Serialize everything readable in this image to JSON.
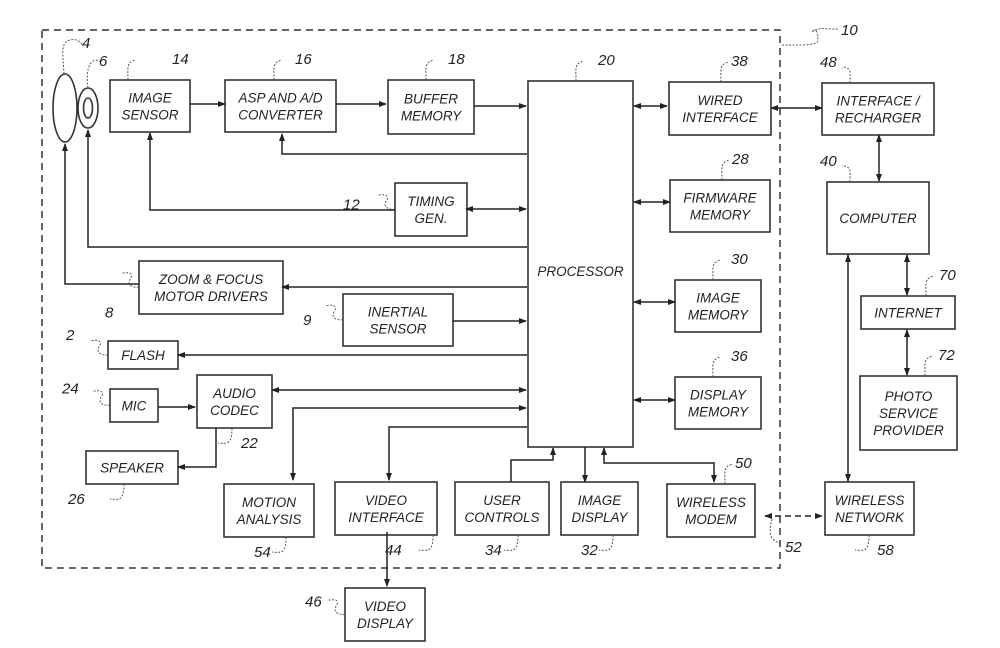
{
  "diagram": {
    "system_ref": "10",
    "lens": {
      "outer_ref": "4",
      "inner_ref": "6"
    },
    "blocks": {
      "image_sensor": {
        "ref": "14",
        "lines": [
          "IMAGE",
          "SENSOR"
        ]
      },
      "asp_converter": {
        "ref": "16",
        "lines": [
          "ASP AND A/D",
          "CONVERTER"
        ]
      },
      "buffer_memory": {
        "ref": "18",
        "lines": [
          "BUFFER",
          "MEMORY"
        ]
      },
      "processor": {
        "ref": "20",
        "lines": [
          "PROCESSOR"
        ]
      },
      "wired_interface": {
        "ref": "38",
        "lines": [
          "WIRED",
          "INTERFACE"
        ]
      },
      "interface_recharger": {
        "ref": "48",
        "lines": [
          "INTERFACE /",
          "RECHARGER"
        ]
      },
      "computer": {
        "ref": "40",
        "lines": [
          "COMPUTER"
        ]
      },
      "firmware_memory": {
        "ref": "28",
        "lines": [
          "FIRMWARE",
          "MEMORY"
        ]
      },
      "timing_gen": {
        "ref": "12",
        "lines": [
          "TIMING",
          "GEN."
        ]
      },
      "zoom_focus": {
        "ref": "8",
        "lines": [
          "ZOOM & FOCUS",
          "MOTOR DRIVERS"
        ]
      },
      "inertial_sensor": {
        "ref": "9",
        "lines": [
          "INERTIAL",
          "SENSOR"
        ]
      },
      "image_memory": {
        "ref": "30",
        "lines": [
          "IMAGE",
          "MEMORY"
        ]
      },
      "internet": {
        "ref": "70",
        "lines": [
          "INTERNET"
        ]
      },
      "flash": {
        "ref": "2",
        "lines": [
          "FLASH"
        ]
      },
      "photo_service": {
        "ref": "72",
        "lines": [
          "PHOTO",
          "SERVICE",
          "PROVIDER"
        ]
      },
      "mic": {
        "ref": "24",
        "lines": [
          "MIC"
        ]
      },
      "audio_codec": {
        "ref": "22",
        "lines": [
          "AUDIO",
          "CODEC"
        ]
      },
      "display_memory": {
        "ref": "36",
        "lines": [
          "DISPLAY",
          "MEMORY"
        ]
      },
      "speaker": {
        "ref": "26",
        "lines": [
          "SPEAKER"
        ]
      },
      "motion_analysis": {
        "ref": "54",
        "lines": [
          "MOTION",
          "ANALYSIS"
        ]
      },
      "video_interface": {
        "ref": "44",
        "lines": [
          "VIDEO",
          "INTERFACE"
        ]
      },
      "user_controls": {
        "ref": "34",
        "lines": [
          "USER",
          "CONTROLS"
        ]
      },
      "image_display": {
        "ref": "32",
        "lines": [
          "IMAGE",
          "DISPLAY"
        ]
      },
      "wireless_modem": {
        "ref": "50",
        "lines": [
          "WIRELESS",
          "MODEM"
        ]
      },
      "wireless_network": {
        "ref": "58",
        "lines": [
          "WIRELESS",
          "NETWORK"
        ]
      },
      "video_display": {
        "ref": "46",
        "lines": [
          "VIDEO",
          "DISPLAY"
        ]
      }
    },
    "wireless_link_ref": "52"
  }
}
